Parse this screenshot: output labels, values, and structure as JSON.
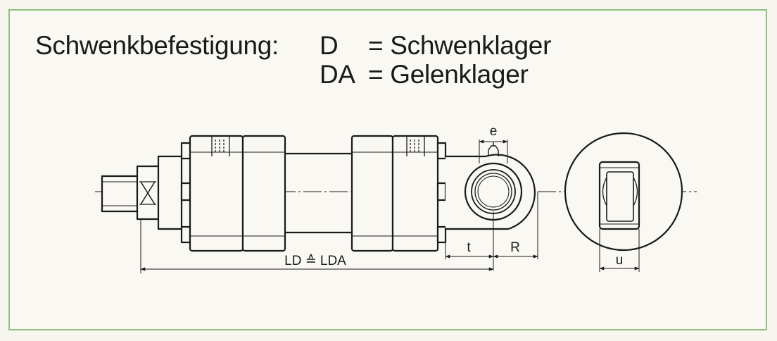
{
  "heading": {
    "prefix": "Schwenkbefestigung:",
    "d_code": "D",
    "d_text": "= Schwenklager",
    "da_code": "DA",
    "da_text": "= Gelenklager"
  },
  "dimensions": {
    "e": "e",
    "t": "t",
    "R": "R",
    "length": "LD ≙ LDA",
    "u": "u"
  },
  "colors": {
    "frame_border": "#8cc27c",
    "line": "#1a1a1a"
  }
}
